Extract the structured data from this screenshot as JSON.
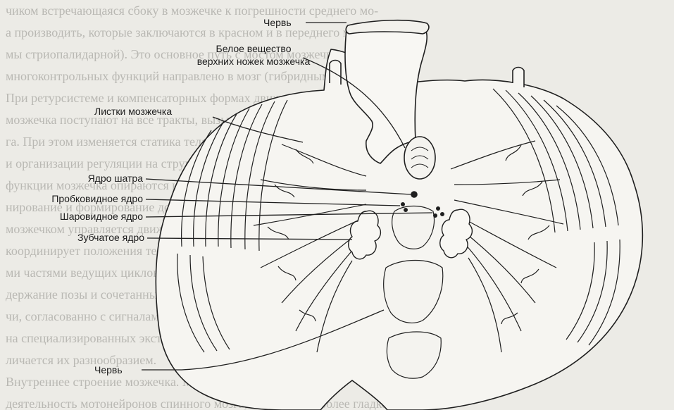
{
  "background_lines": [
    "чиком встречающаяся сбоку в мозжечке к погрешности среднего мо-",
    "а производить, которые заключаются в красном и в переднего мозга (уз-",
    "мы стриопалидарной). Это основное путь с мостом мозжечка и мозжечку",
    "многоконтрольных функций направлено в мозг (гибридным частей).",
    "При ретурсистеме и компенсаторных формах движения тонких влияния",
    "мозжечка поступают на все тракты, вызывающие движение среднего моз-",
    "га. При этом изменяется статика тела и координированными ответами текста",
    "и организации регуляции на структуры двигательных систем центров",
    "функции мозжечка опираются на поступающие сигналы и двигательная пла-",
    "нирование и формирование действия в движении иначе, по обоим путям",
    "мозжечком управляется движение по дорогам путей, прямым ответом, он",
    "координирует положения тела и сложных равновесии с двигательны-",
    "ми частями ведущих циклов сходных путей, а также мозжечок регулирует под-",
    "держание позы и сочетанных движениями конечностей, глаз и ре-",
    "чи, согласованно с сигналами изменения длины мышечных волок-",
    "на специализированных экстрацептивных и тонической связью от-",
    "личается их разнообразием.",
    "Внутреннее строение мозжечка. Мозжечок координирует",
    "деятельность мотонейронов спинного мозга, способствуя более гладкому"
  ],
  "labels": {
    "vermis_top": "Червь",
    "white_matter_line1": "Белое вещество",
    "white_matter_line2": "верхних ножек мозжечка",
    "folia": "Листки мозжечка",
    "fastigial_nucleus": "Ядро шатра",
    "emboliform_nucleus": "Пробковидное ядро",
    "globose_nucleus": "Шаровидное ядро",
    "dentate_nucleus": "Зубчатое ядро",
    "vermis_bottom": "Червь"
  }
}
